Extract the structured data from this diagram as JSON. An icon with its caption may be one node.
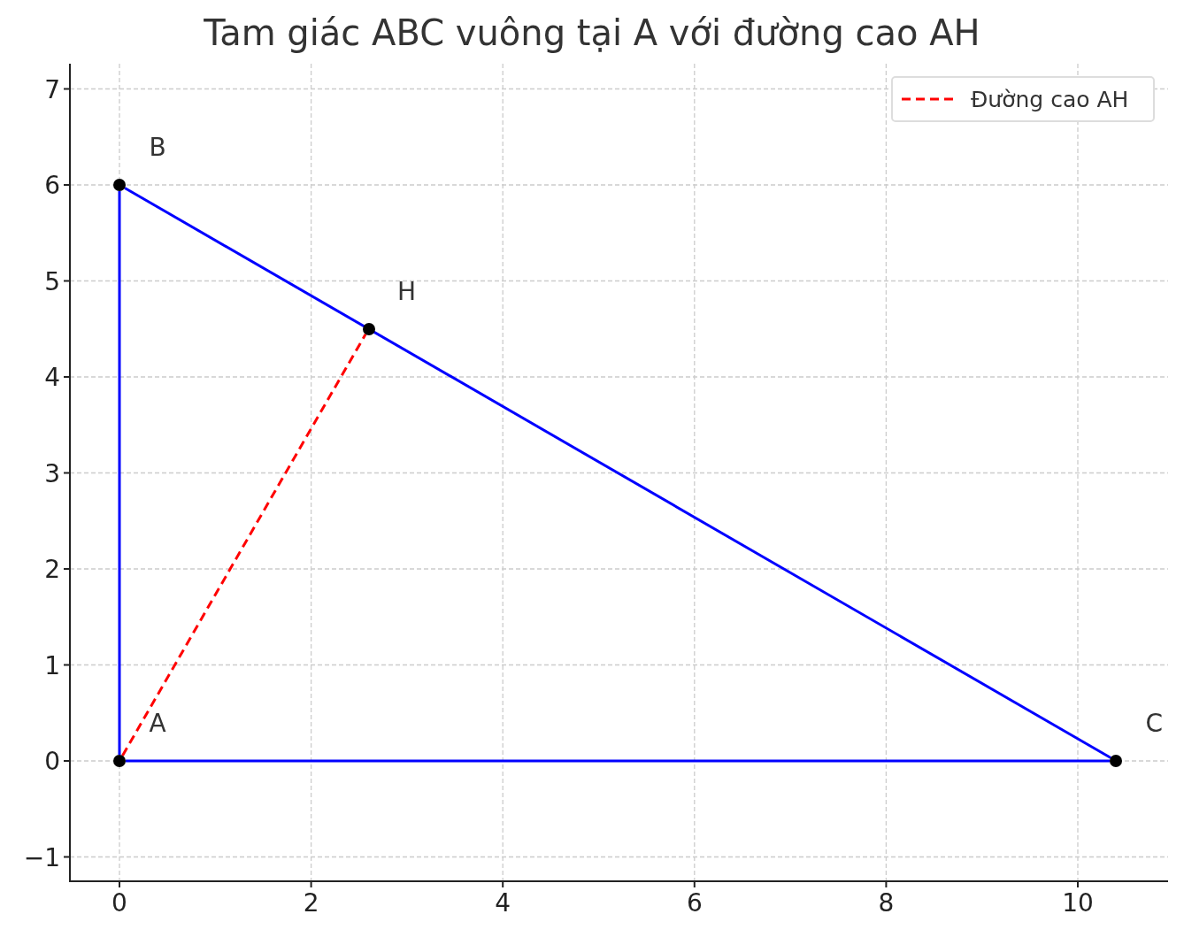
{
  "diagram": {
    "title": "Tam giác ABC vuông tại A với đường cao AH",
    "nodes": [
      {
        "text": [],
        "shape": "circle",
        "beside": [
          "B"
        ]
      },
      {
        "text": [],
        "shape": "circle",
        "beside": [
          "H"
        ]
      },
      {
        "text": [],
        "shape": "circle",
        "beside": [
          "A"
        ]
      },
      {
        "text": [],
        "shape": "circle",
        "beside": [
          "C"
        ]
      }
    ],
    "edges": [
      {
        "from": 2,
        "to": 0,
        "arrow": "none"
      },
      {
        "from": 0,
        "to": 3,
        "arrow": "none"
      },
      {
        "from": 3,
        "to": 2,
        "arrow": "none"
      },
      {
        "from": 2,
        "to": 1,
        "arrow": "none",
        "style": "dashed",
        "color": "#ff0000"
      }
    ],
    "labels": [
      "7",
      "6",
      "5",
      "4",
      "3",
      "2",
      "1",
      "0",
      "−1",
      "0",
      "2",
      "4",
      "6",
      "8",
      "10"
    ],
    "legend": [
      {
        "text": "Đường cao AH"
      }
    ]
  }
}
